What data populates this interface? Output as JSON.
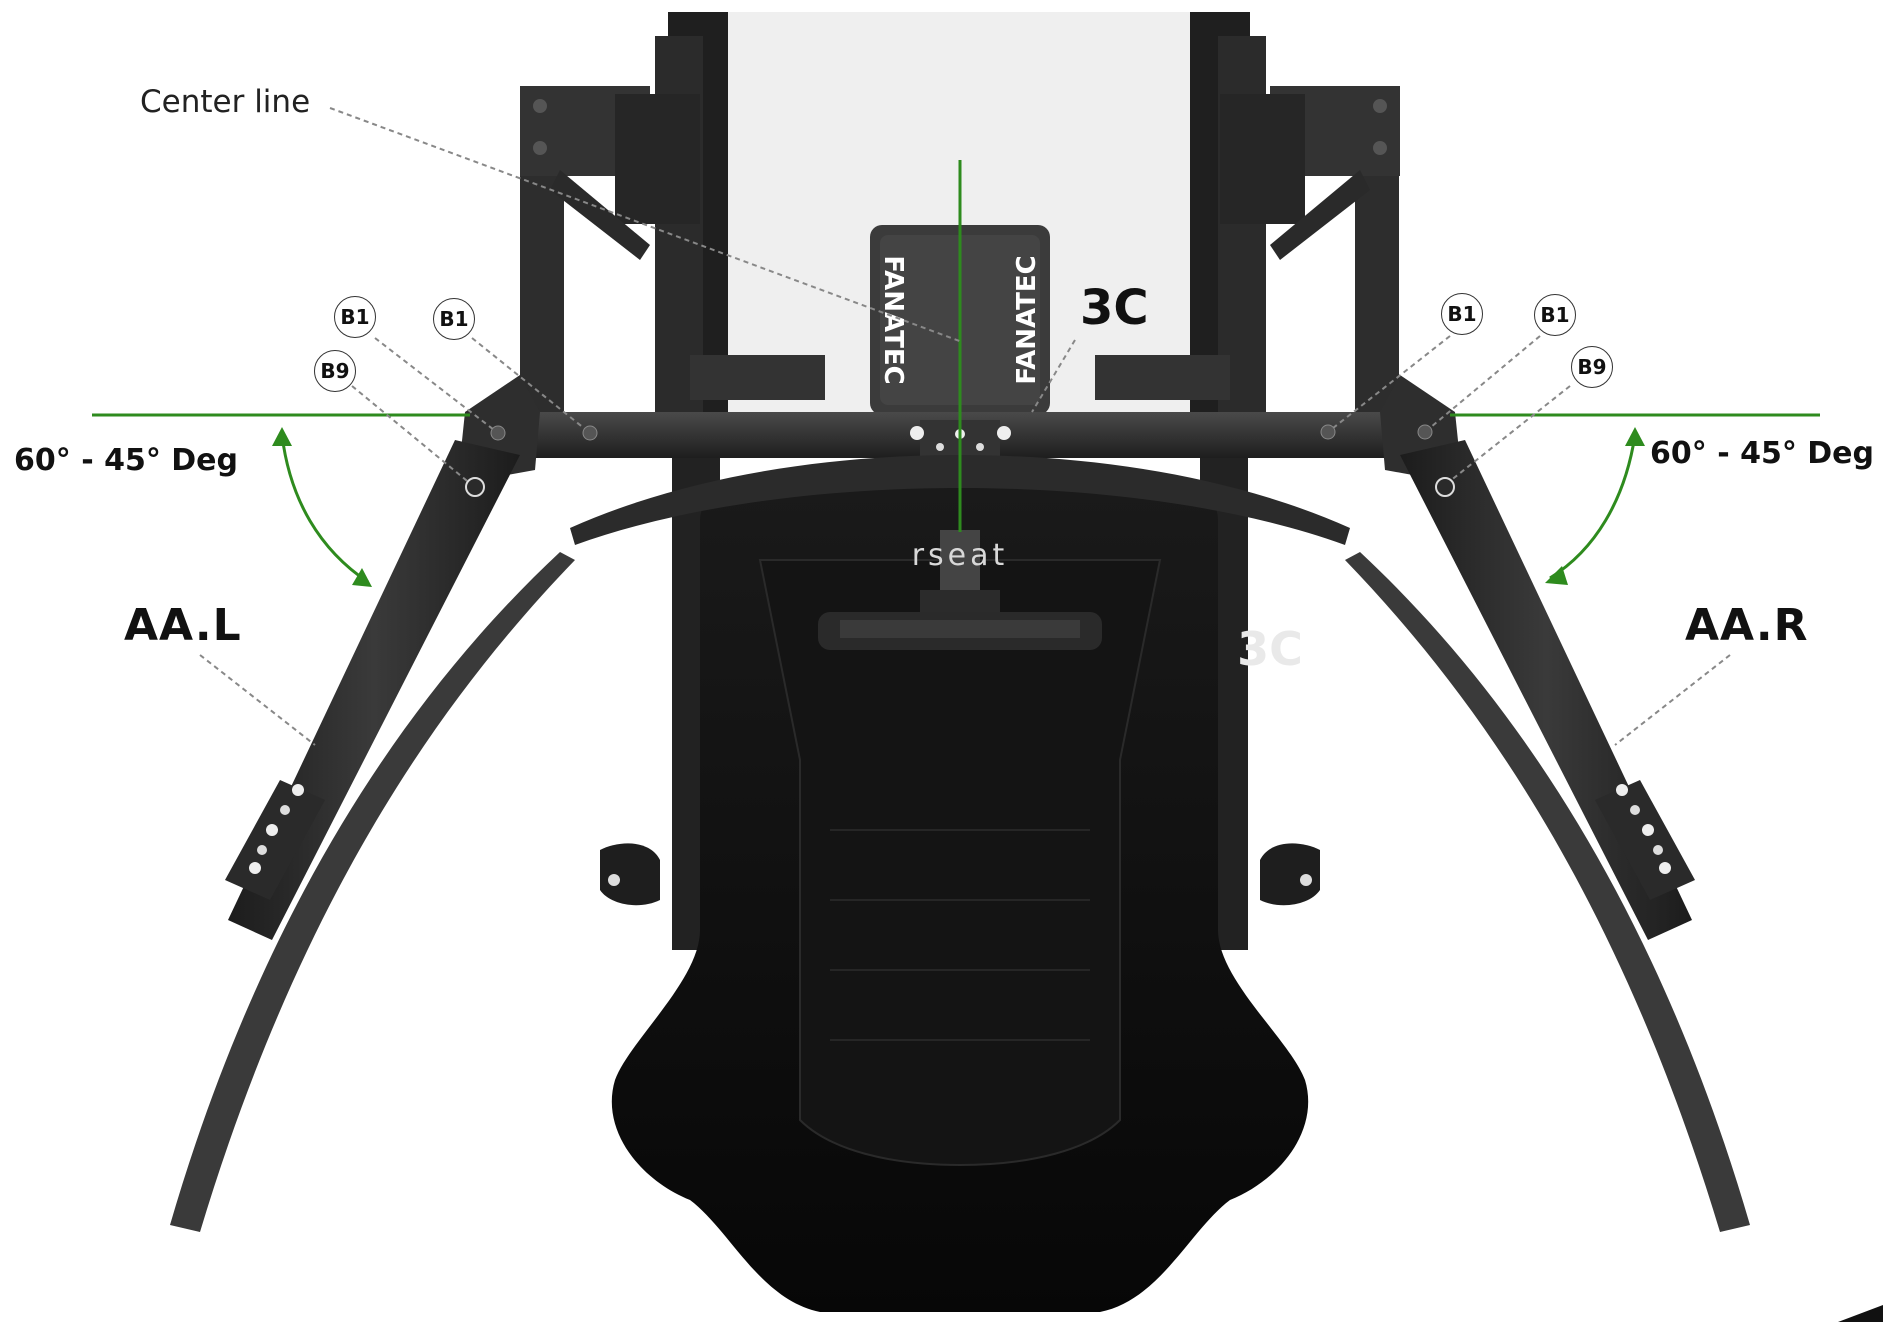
{
  "diagram": {
    "labels": {
      "center_line": "Center line",
      "angle_left": "60° - 45° Deg",
      "angle_right": "60° - 45° Deg",
      "arm_left": "AA.L",
      "arm_right": "AA.R",
      "part_3c": "3C"
    },
    "callouts": {
      "b1_left_outer": "B1",
      "b1_left_inner": "B1",
      "b9_left": "B9",
      "b1_right_inner": "B1",
      "b1_right_outer": "B1",
      "b9_right": "B9"
    },
    "brand_marks": {
      "wheel_base_text": "FANATEC",
      "seat_text": "rseat",
      "watermark": "3C"
    },
    "colors": {
      "guide_line": "#2e8b1e",
      "frame": "#2a2a2a",
      "seat": "#0d0d0d",
      "callout_line": "#888888"
    },
    "icons": {
      "angle_arrows": "double-headed-curved-arrow"
    }
  }
}
